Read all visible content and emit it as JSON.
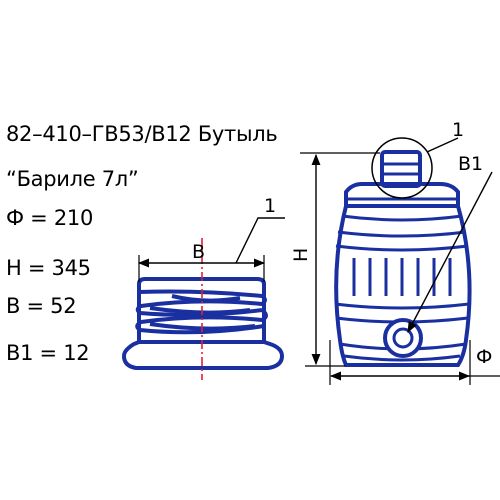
{
  "spec": {
    "title": "82–410–ГВ53/В12 Бутыль",
    "name": "“Бариле 7л”",
    "phi": "Ф = 210",
    "h": "Н = 345",
    "b": "В = 52",
    "b1": "В1 = 12"
  },
  "neck_view": {
    "callout": "1",
    "dim_label": "В"
  },
  "bottle_view": {
    "callout": "1",
    "neck_dim": "В1",
    "height_dim": "Н",
    "diameter_dim": "Ф"
  },
  "colors": {
    "outline": "#1a2fa0",
    "centerline": "#e0203a",
    "dimension": "#000000"
  }
}
